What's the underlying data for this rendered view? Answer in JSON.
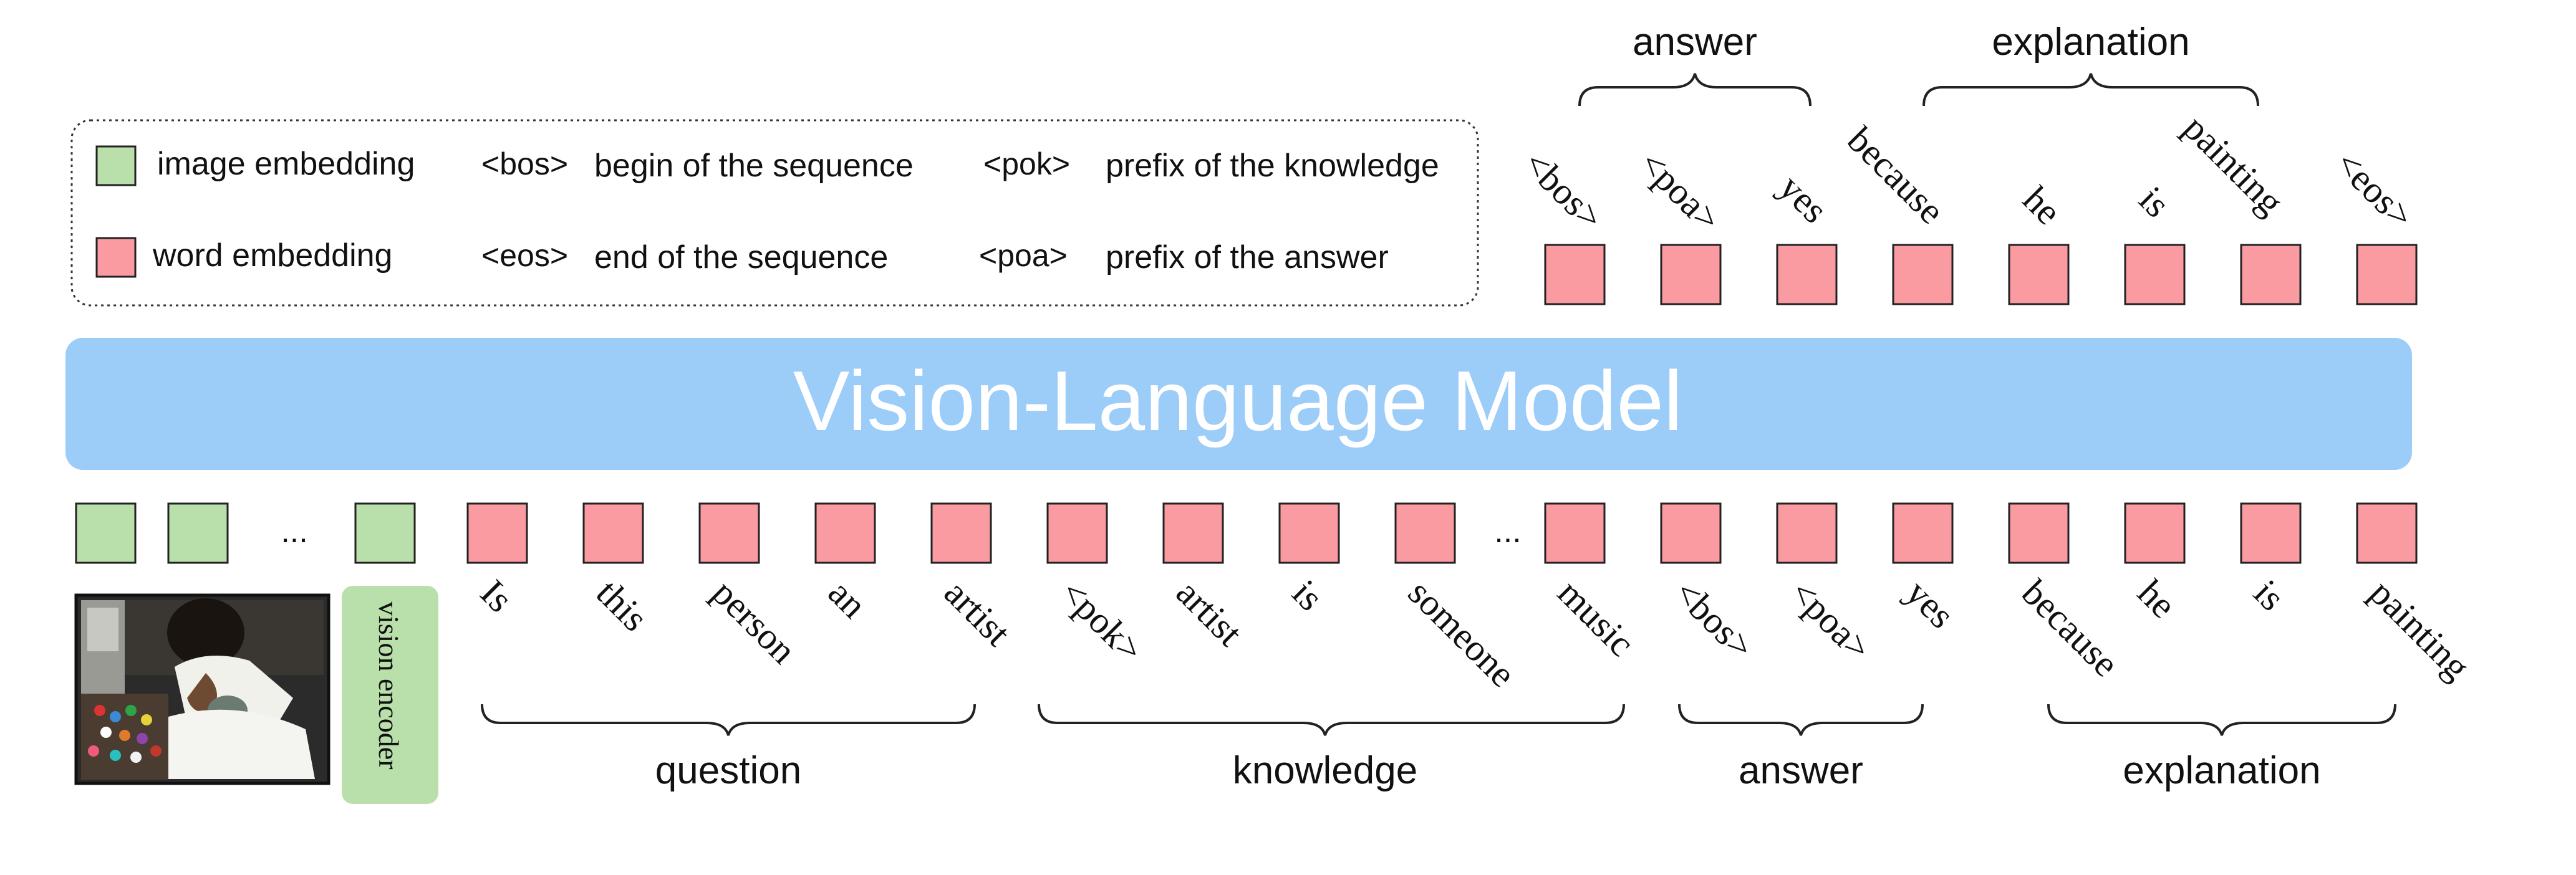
{
  "model": {
    "title": "Vision-Language Model"
  },
  "legend": {
    "image_embedding": "image embedding",
    "word_embedding": "word embedding",
    "bos_token": "<bos>",
    "bos_desc": "begin of the sequence",
    "eos_token": "<eos>",
    "eos_desc": "end of the sequence",
    "pok_token": "<pok>",
    "pok_desc": "prefix of the knowledge",
    "poa_token": "<poa>",
    "poa_desc": "prefix of the answer"
  },
  "input": {
    "ellipsis_image": "...",
    "ellipsis_word": "...",
    "vision_encoder": "vision encoder",
    "tokens": [
      "Is",
      "this",
      "person",
      "an",
      "artist",
      "<pok>",
      "artist",
      "is",
      "someone",
      "music",
      "<bos>",
      "<poa>",
      "yes",
      "because",
      "he",
      "is",
      "painting"
    ],
    "groups": [
      "question",
      "knowledge",
      "answer",
      "explanation"
    ]
  },
  "output": {
    "tokens": [
      "<bos>",
      "<poa>",
      "yes",
      "because",
      "he",
      "is",
      "painting",
      "<eos>"
    ],
    "groups": [
      "answer",
      "explanation"
    ]
  },
  "colors": {
    "image_embedding": "#b9dfaa",
    "word_embedding": "#fa9aa1",
    "model": "#9cccf8",
    "encoder": "#b9dfaa"
  },
  "photo": {
    "icon": "painting-photo"
  }
}
